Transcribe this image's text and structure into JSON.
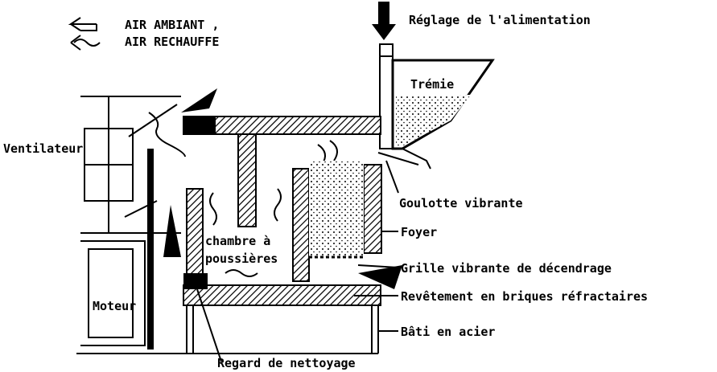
{
  "legend": {
    "ambient_air": "AIR AMBIANT ,",
    "heated_air": "AIR RECHAUFFE"
  },
  "labels": {
    "feed_control": "Réglage de l'alimentation",
    "hopper": "Trémie",
    "fan": "Ventilateur",
    "vibrating_chute": "Goulotte vibrante",
    "furnace": "Foyer",
    "dust_chamber_line1": "chambre à",
    "dust_chamber_line2": "poussières",
    "ash_grate": "Grille vibrante de décendrage",
    "refractory_lining": "Revêtement en briques réfractaires",
    "steel_frame": "Bâti en acier",
    "motor": "Moteur",
    "cleaning_hatch": "Regard de nettoyage"
  }
}
